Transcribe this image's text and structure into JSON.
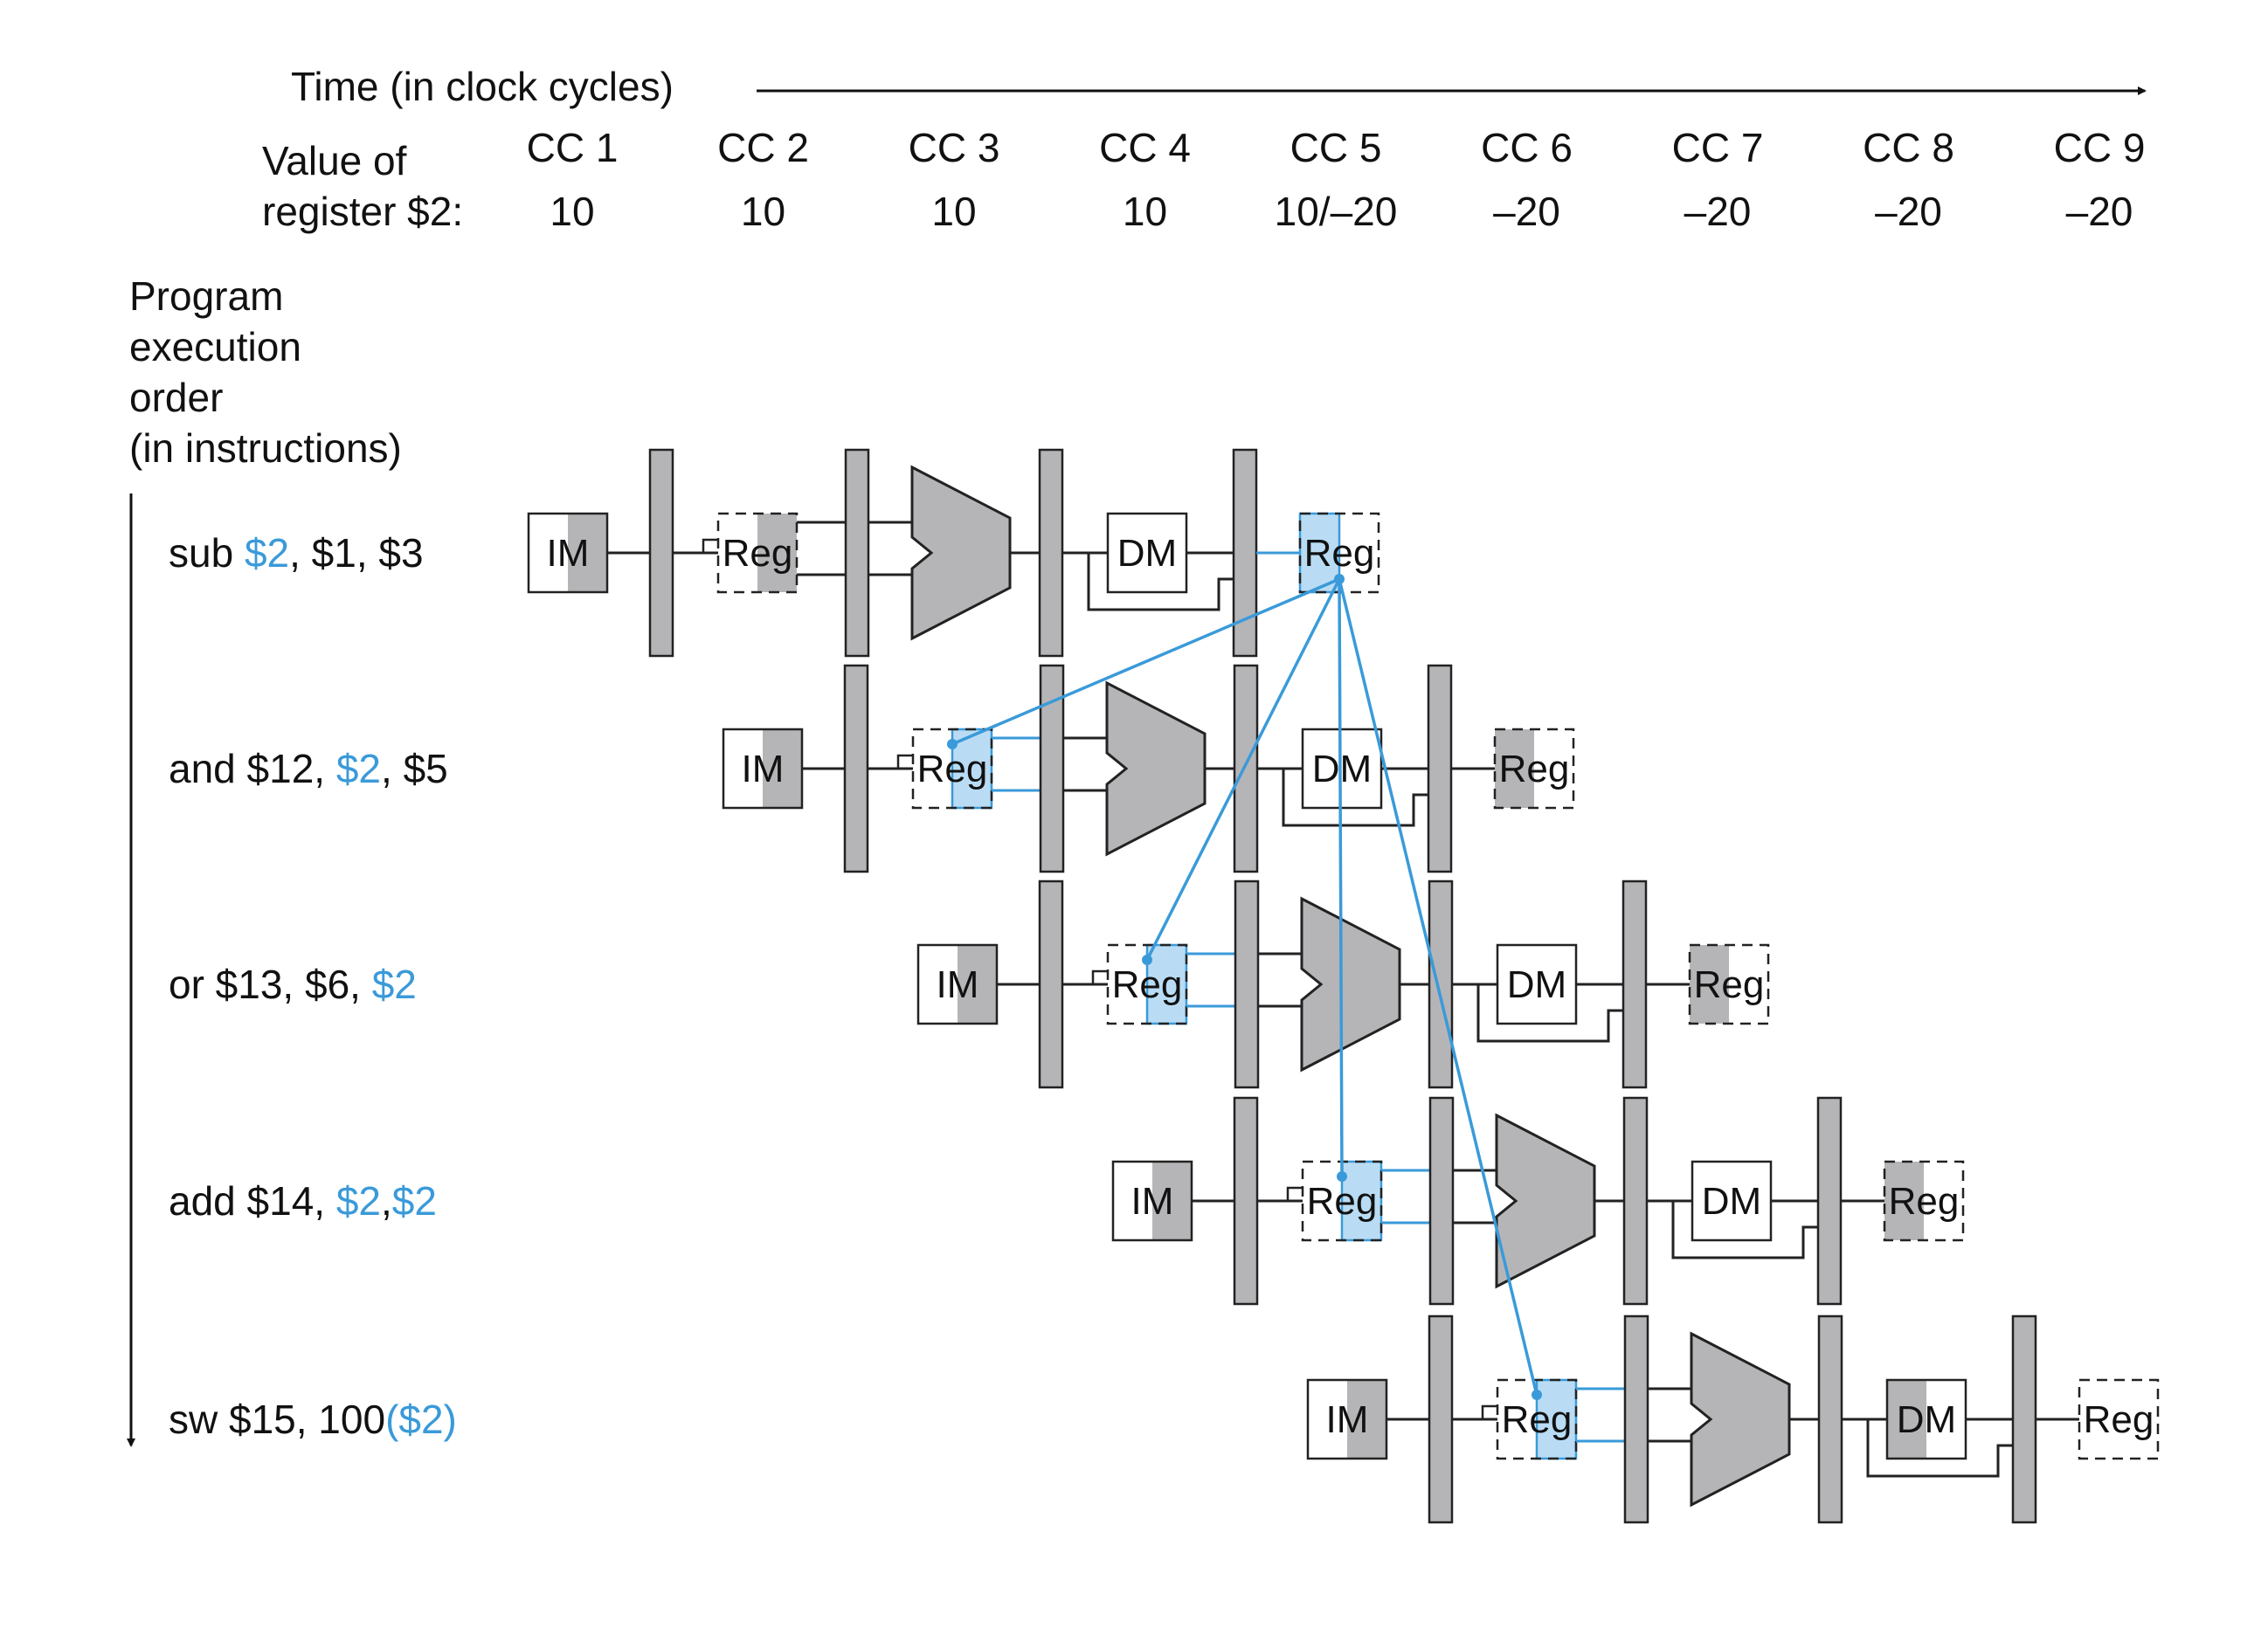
{
  "colors": {
    "accent": "#3a9ad9",
    "highlight_fill": "#b9dcf4",
    "stage_gray": "#b5b5b7",
    "line": "#222222"
  },
  "header": {
    "time_label": "Time (in clock cycles)",
    "value_label_line1": "Value of",
    "value_label_line2": "register $2:",
    "cycles": [
      {
        "label": "CC 1",
        "value": "10"
      },
      {
        "label": "CC 2",
        "value": "10"
      },
      {
        "label": "CC 3",
        "value": "10"
      },
      {
        "label": "CC 4",
        "value": "10"
      },
      {
        "label": "CC 5",
        "value": "10/–20"
      },
      {
        "label": "CC 6",
        "value": "–20"
      },
      {
        "label": "CC 7",
        "value": "–20"
      },
      {
        "label": "CC 8",
        "value": "–20"
      },
      {
        "label": "CC 9",
        "value": "–20"
      }
    ]
  },
  "order_label": [
    "Program",
    "execution",
    "order",
    "(in instructions)"
  ],
  "instructions": [
    {
      "parts": [
        {
          "t": "sub ",
          "hl": false
        },
        {
          "t": "$2",
          "hl": true
        },
        {
          "t": ", $1, $3",
          "hl": false
        }
      ]
    },
    {
      "parts": [
        {
          "t": "and $12, ",
          "hl": false
        },
        {
          "t": "$2",
          "hl": true
        },
        {
          "t": ", $5",
          "hl": false
        }
      ]
    },
    {
      "parts": [
        {
          "t": "or $13, $6, ",
          "hl": false
        },
        {
          "t": "$2",
          "hl": true
        }
      ]
    },
    {
      "parts": [
        {
          "t": "add $14, ",
          "hl": false
        },
        {
          "t": "$2",
          "hl": true
        },
        {
          "t": ",",
          "hl": false
        },
        {
          "t": "$2",
          "hl": true
        }
      ]
    },
    {
      "parts": [
        {
          "t": "sw $15, 100",
          "hl": false
        },
        {
          "t": "($2)",
          "hl": true
        }
      ]
    }
  ],
  "stage_labels": {
    "im": "IM",
    "reg": "Reg",
    "dm": "DM"
  }
}
